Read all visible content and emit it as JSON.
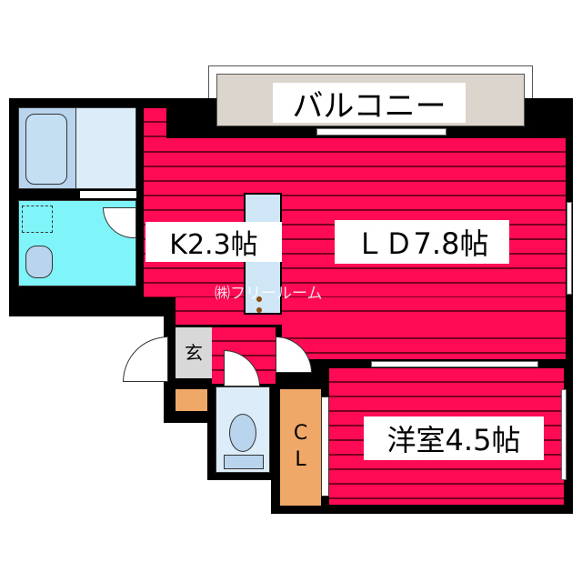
{
  "rooms": {
    "balcony": "バルコニー",
    "kitchen": "K2.3帖",
    "living_dining": "ＬＤ7.8帖",
    "western_room": "洋室4.5帖",
    "entrance": "玄",
    "closet": "C\nL"
  },
  "watermark": "㈱フリールーム",
  "colors": {
    "floor": "#ff0a55",
    "wall": "#000000",
    "bath": "#cfe6f7",
    "washroom": "#7ff5f9",
    "closet": "#f0a868",
    "balcony": "#dcd5ce"
  }
}
